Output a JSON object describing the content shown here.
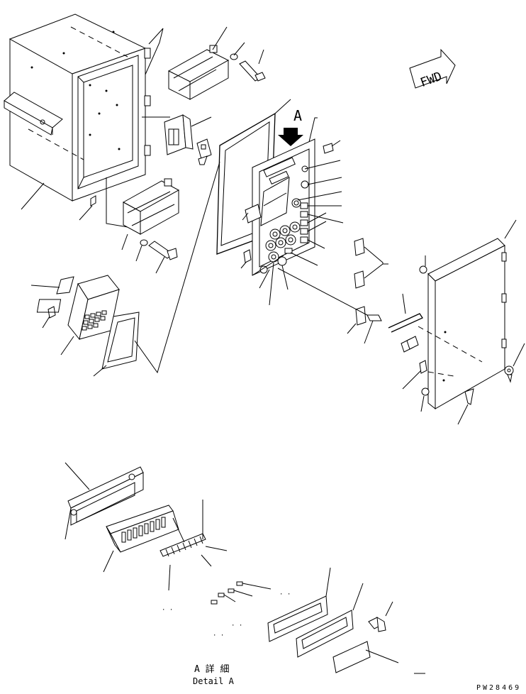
{
  "fwd_label": "FWD",
  "detail_marker": "A",
  "caption_jp": "A 詳 細",
  "caption_en": "Detail A",
  "drawing_code": "PW28469"
}
